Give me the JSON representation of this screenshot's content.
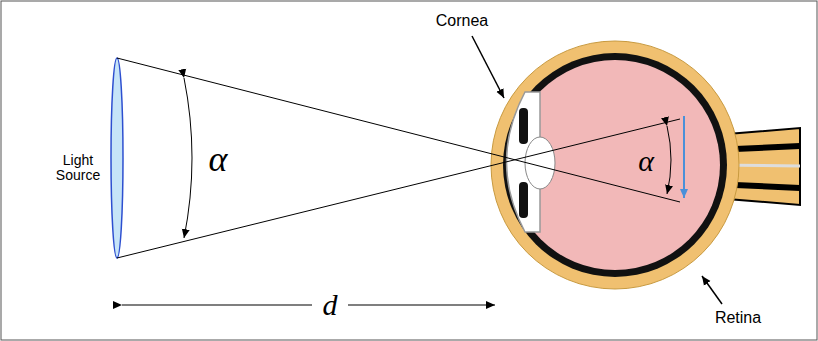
{
  "diagram": {
    "labels": [
      "Light Source",
      "α",
      "α",
      "d",
      "Cornea",
      "Retina"
    ]
  }
}
